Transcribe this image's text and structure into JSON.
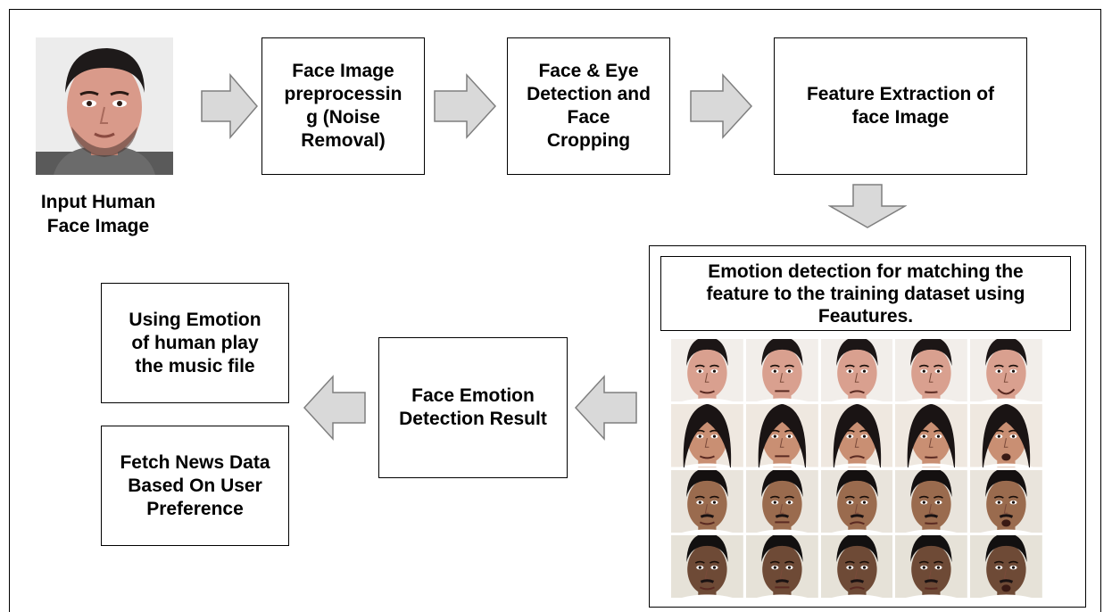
{
  "input": {
    "label": "Input Human\nFace Image",
    "icon": "face-photo-icon"
  },
  "steps": {
    "preprocessing": "Face Image\npreprocessin\ng (Noise\nRemoval)",
    "detection": "Face & Eye\nDetection and\nFace\nCropping",
    "feature_extraction": "Feature Extraction of\nface Image",
    "emotion_detection": "Emotion detection for matching the\nfeature to the training dataset using\nFeautures.",
    "result": "Face Emotion\nDetection Result",
    "play_music": "Using Emotion\nof human play\nthe music file",
    "fetch_news": "Fetch News Data\nBased On User\nPreference"
  },
  "training_dataset": {
    "rows": 4,
    "columns": 5,
    "description_icon": "face-thumbnail-icon"
  },
  "colors": {
    "arrow_fill": "#d9d9d9",
    "arrow_stroke": "#7f7f7f",
    "border": "#000000"
  }
}
